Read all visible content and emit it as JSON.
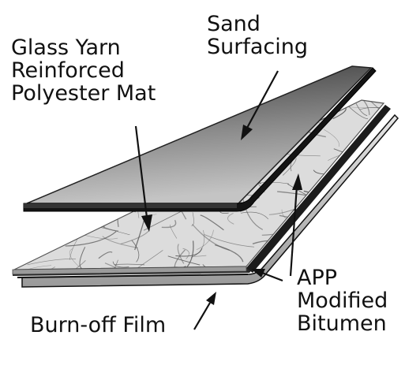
{
  "labels": {
    "sand": [
      "Sand",
      "Surfacing"
    ],
    "mat": [
      "Glass Yarn",
      "Reinforced",
      "Polyester Mat"
    ],
    "app": [
      "APP",
      "Modified",
      "Bitumen"
    ],
    "film": [
      "Burn-off Film"
    ]
  },
  "colors": {
    "ink": "#111111",
    "sand_top": "#3c3c3c",
    "sand_bottom": "#b9b9b9",
    "mat_fill": "#d8d8d8",
    "fiber": "#5a5a5a",
    "film_fill": "#cfcfcf"
  }
}
